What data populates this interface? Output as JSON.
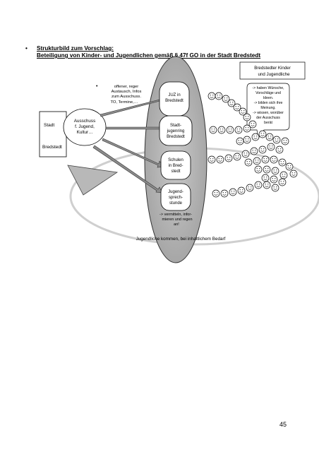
{
  "heading": {
    "bullet": "•",
    "line1": "Strukturbild zum Vorschlag:",
    "line2": "Beteiligung von Kinder- und Jugendlichen gemäß § 47f GO in der Stadt Bredstedt"
  },
  "stadt_box": {
    "top": "Stadt",
    "bottom": "Bredstedt"
  },
  "committee": [
    "Ausschuss",
    "f. Jugend,",
    "Kultur…"
  ],
  "exchange_note": {
    "bullet": "•",
    "lines": [
      "offener, reger",
      "Austausch, Infos",
      "zum Ausschuss.",
      "TO, Termine,…"
    ]
  },
  "institutions": [
    {
      "lines": [
        "JUZ in",
        "Bredstedt"
      ]
    },
    {
      "lines": [
        "Stadt-",
        "jugenring",
        "Bredstedt"
      ]
    },
    {
      "lines": [
        "Schulen",
        "in Bred-",
        "stedt"
      ]
    },
    {
      "lines": [
        "Jugend-",
        "sprech-",
        "stunde"
      ]
    }
  ],
  "ellipse_note": [
    "-> vermitteln, infor-",
    "mieren und regen",
    "an!"
  ],
  "youth_label": [
    "Bredstedter Kinder",
    "und Jugendliche"
  ],
  "youth_bubble": [
    "-> haben Wünsche,",
    "Vorschläge und",
    "Ideen.",
    "-> bilden sich ihre",
    "Meinung.",
    "-> wissen, worüber",
    "der Ausschuss",
    "berät"
  ],
  "bottom_label": "Jugendliche kommen, bei inhaltlichem Bedarf",
  "page_number": "45",
  "colors": {
    "ellipse": "#b4b4b4",
    "arrow_fill": "#8c8c8c",
    "triangle": "#b8b8b8",
    "smiley": "#ffffff"
  }
}
